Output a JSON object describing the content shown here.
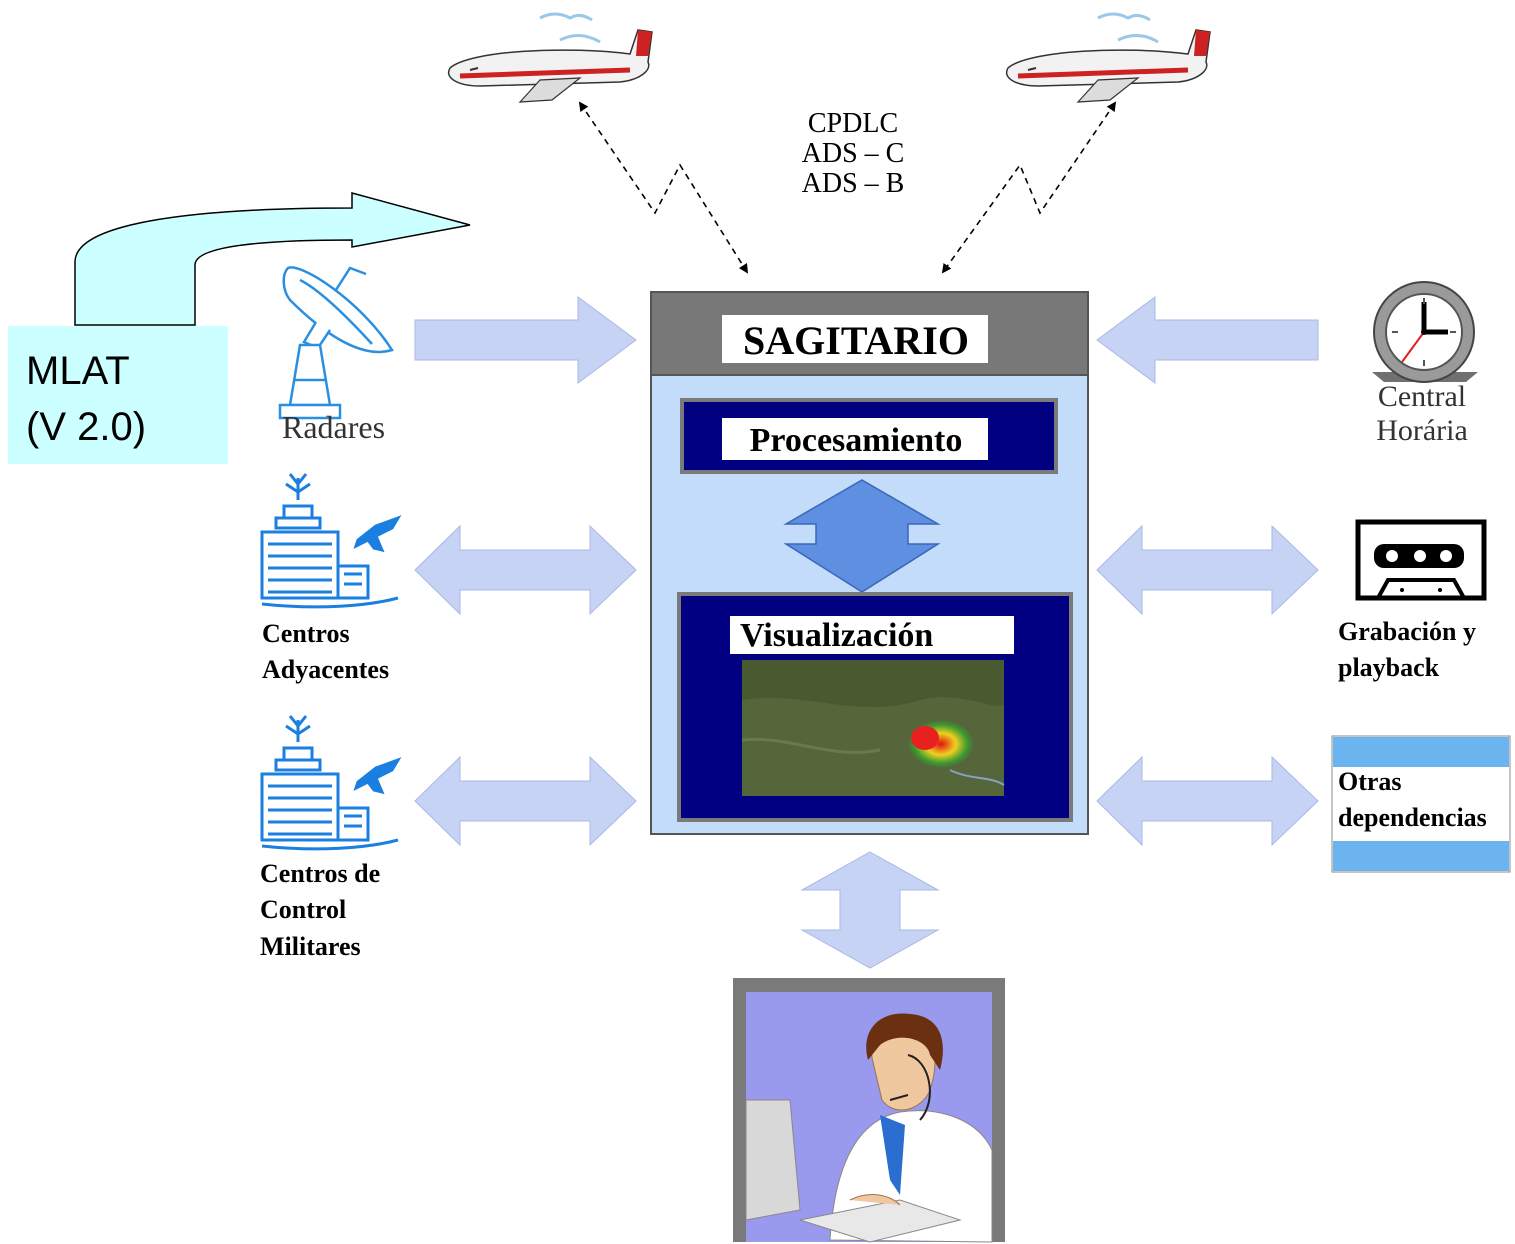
{
  "links": {
    "line1": "CPDLC",
    "line2": "ADS – C",
    "line3": "ADS – B"
  },
  "mlat": {
    "line1": "MLAT",
    "line2": "(V 2.0)"
  },
  "core": {
    "title": "SAGITARIO",
    "processing": "Procesamiento",
    "visualization": "Visualización"
  },
  "left": {
    "radar": "Radares",
    "adjacent": {
      "line1": "Centros",
      "line2": "Adyacentes"
    },
    "military": {
      "line1": "Centros de",
      "line2": "Control",
      "line3": "Militares"
    }
  },
  "right": {
    "clock": {
      "line1": "Central",
      "line2": "Horária"
    },
    "recording": {
      "line1": "Grabación y",
      "line2": "playback"
    },
    "other": {
      "line1": "Otras",
      "line2": "dependencias"
    }
  },
  "colors": {
    "arrow_fill": "#c7d3f5",
    "mlat_fill": "#ccffff",
    "core_bg": "#c3dcfa",
    "header_bg": "#787878",
    "navy": "#000080",
    "operator_bg": "#9999ee",
    "icon_blue": "#2a8fe0"
  }
}
